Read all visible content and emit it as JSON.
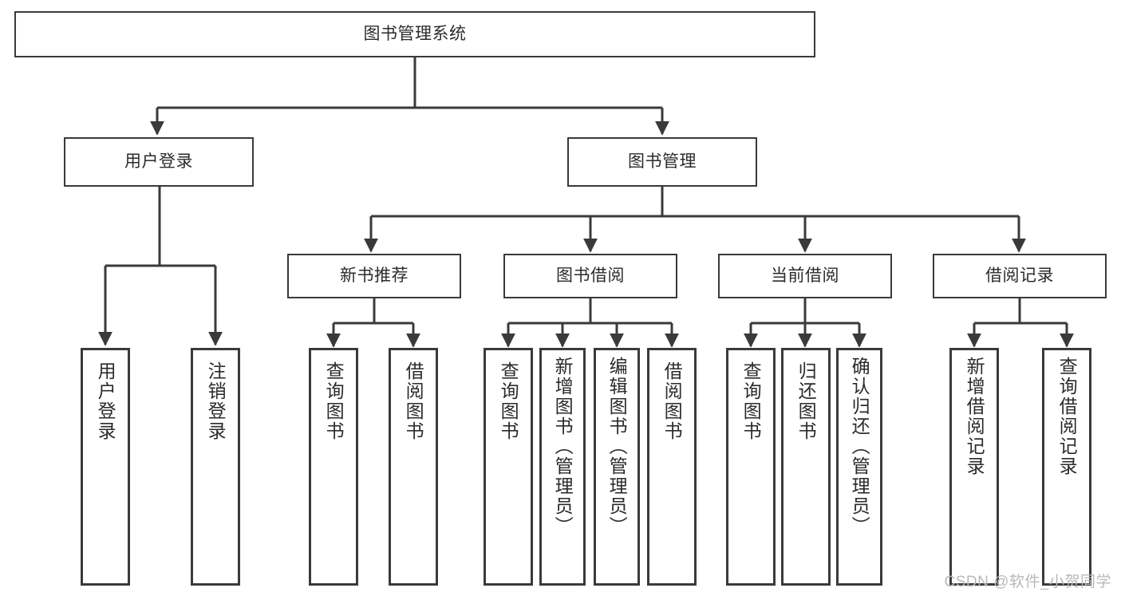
{
  "diagram": {
    "title": "图书管理系统",
    "watermark": "CSDN @软件_小贺同学",
    "stroke_color": "#3a3a3a",
    "text_color": "#2b2b2b",
    "background_color": "#ffffff",
    "watermark_color": "#b9b9b9",
    "root": {
      "label": "图书管理系统"
    },
    "level2": [
      {
        "label": "用户登录"
      },
      {
        "label": "图书管理"
      }
    ],
    "level3": [
      {
        "label": "新书推荐"
      },
      {
        "label": "图书借阅"
      },
      {
        "label": "当前借阅"
      },
      {
        "label": "借阅记录"
      }
    ],
    "leaves": [
      {
        "label": "用户登录",
        "parent": "用户登录"
      },
      {
        "label": "注销登录",
        "parent": "用户登录"
      },
      {
        "label": "查询图书",
        "parent": "新书推荐"
      },
      {
        "label": "借阅图书",
        "parent": "新书推荐"
      },
      {
        "label": "查询图书",
        "parent": "图书借阅"
      },
      {
        "label": "新增图书（管理员）",
        "parent": "图书借阅"
      },
      {
        "label": "编辑图书（管理员）",
        "parent": "图书借阅"
      },
      {
        "label": "借阅图书",
        "parent": "图书借阅"
      },
      {
        "label": "查询图书",
        "parent": "当前借阅"
      },
      {
        "label": "归还图书",
        "parent": "当前借阅"
      },
      {
        "label": "确认归还（管理员）",
        "parent": "当前借阅"
      },
      {
        "label": "新增借阅记录",
        "parent": "借阅记录"
      },
      {
        "label": "查询借阅记录",
        "parent": "借阅记录"
      }
    ]
  }
}
